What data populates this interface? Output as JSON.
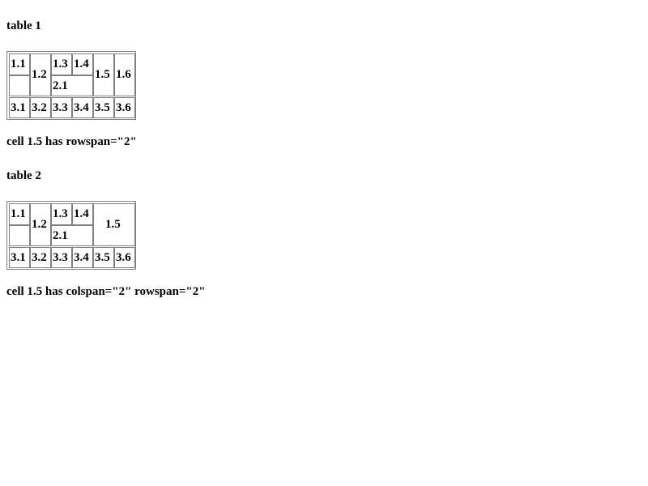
{
  "sections": [
    {
      "title": "table 1",
      "caption": "cell 1.5 has rowspan=\"2\"",
      "cells": {
        "c11": "1.1",
        "c12": "1.2",
        "c13": "1.3",
        "c14": "1.4",
        "c15": "1.5",
        "c16": "1.6",
        "c21": "2.1",
        "c31": "3.1",
        "c32": "3.2",
        "c33": "3.3",
        "c34": "3.4",
        "c35": "3.5",
        "c36": "3.6"
      }
    },
    {
      "title": "table 2",
      "caption": "cell 1.5 has colspan=\"2\" rowspan=\"2\"",
      "cells": {
        "c11": "1.1",
        "c12": "1.2",
        "c13": "1.3",
        "c14": "1.4",
        "c15": "1.5",
        "c21": "2.1",
        "c31": "3.1",
        "c32": "3.2",
        "c33": "3.3",
        "c34": "3.4",
        "c35": "3.5",
        "c36": "3.6"
      }
    }
  ],
  "colors": {
    "border": "#808080",
    "text": "#000000",
    "background": "#ffffff"
  }
}
